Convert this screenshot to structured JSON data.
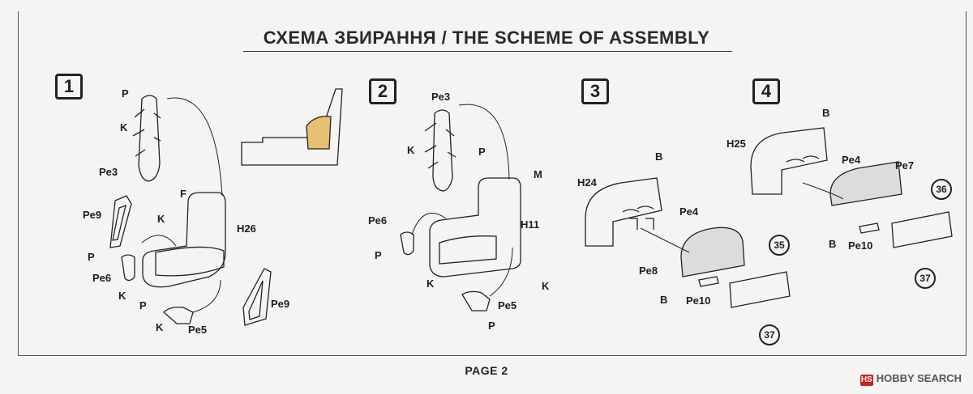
{
  "title": "СХЕМА ЗБИРАННЯ / THE SCHEME OF ASSEMBLY",
  "page_label": "PAGE 2",
  "watermark": {
    "text": "HOBBY SEARCH",
    "logo": "HS"
  },
  "steps": [
    "1",
    "2",
    "3",
    "4"
  ],
  "step1": {
    "p_top": "P",
    "k_top": "K",
    "pe3": "Pe3",
    "f": "F",
    "h26": "H26",
    "pe9_left": "Pe9",
    "k_mid": "K",
    "p_left": "P",
    "pe6": "Pe6",
    "k_low": "K",
    "p_low": "P",
    "k_bottom": "K",
    "pe5": "Pe5",
    "pe9_right": "Pe9"
  },
  "step2": {
    "pe3": "Pe3",
    "k": "K",
    "p_top": "P",
    "m": "M",
    "pe6": "Pe6",
    "h11": "H11",
    "p_left": "P",
    "k_left": "K",
    "k_right": "K",
    "pe5": "Pe5",
    "p_bottom": "P"
  },
  "step3": {
    "b_top": "B",
    "h24": "H24",
    "pe4": "Pe4",
    "pe8": "Pe8",
    "b_bottom": "B",
    "pe10": "Pe10",
    "decal_a": "35",
    "decal_b": "37"
  },
  "step4": {
    "b_top": "B",
    "h25": "H25",
    "pe4": "Pe4",
    "pe7": "Pe7",
    "decal_a": "36",
    "b_bottom": "B",
    "pe10": "Pe10",
    "decal_b": "37"
  },
  "colors": {
    "ink": "#222222",
    "paper": "#f4f4f2",
    "highlight": "#e8c074"
  }
}
